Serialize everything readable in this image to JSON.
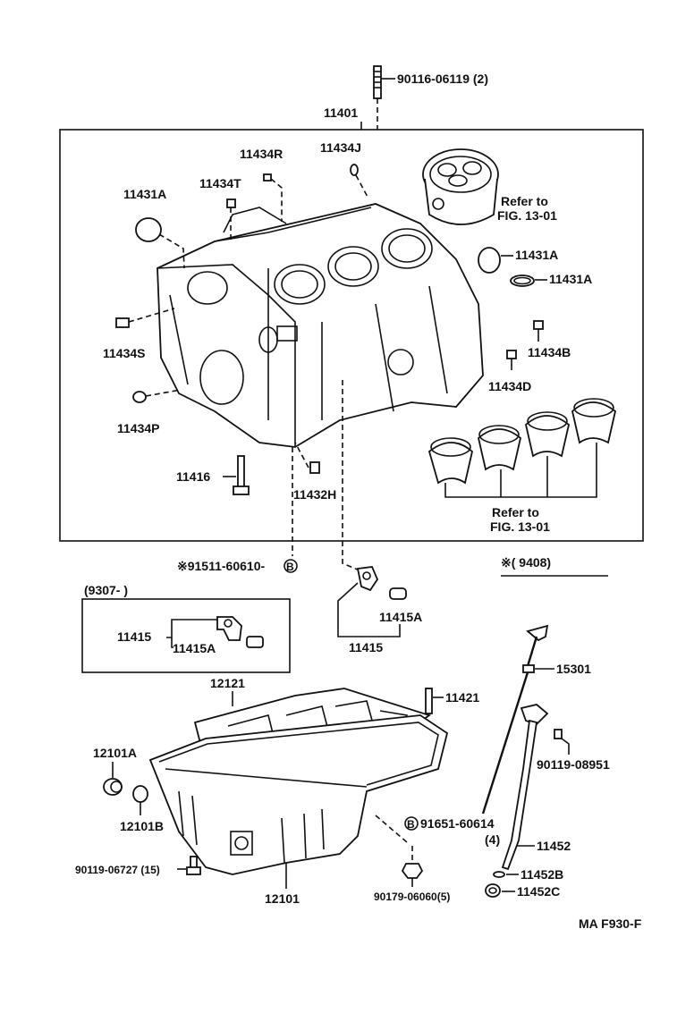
{
  "labels": {
    "stud_bolt": "90116-06119 (2)",
    "block_assy": "11401",
    "plug_r": "11434R",
    "plug_j": "11434J",
    "plug_t": "11434T",
    "plug_a_left": "11431A",
    "plug_s": "11434S",
    "plug_p": "11434P",
    "plug_a_right1": "11431A",
    "plug_a_right2": "11431A",
    "plug_b": "11434B",
    "plug_d": "11434D",
    "refer_top_1": "Refer to",
    "refer_top_2": "FIG. 13-01",
    "refer_bot_1": "Refer to",
    "refer_bot_2": "FIG. 13-01",
    "bolt_11416": "11416",
    "plug_h": "11432H",
    "drain_plug_note": "※91511-60610-",
    "drain_plug_circle": "B",
    "note_right": "※(       9408)",
    "inset_header": "(9307-          )",
    "inset_11415": "11415",
    "inset_11415a": "11415A",
    "union_11415a": "11415A",
    "union_11415": "11415",
    "baffle": "12121",
    "stud_11421": "11421",
    "dipstick": "15301",
    "gasket_12101a": "12101A",
    "gasket_12101b": "12101B",
    "bolt_90119_08951": "90119-08951",
    "plug_91651_a": "91651-60614",
    "plug_91651_b": "(4)",
    "guide_11452": "11452",
    "ring_11452b": "11452B",
    "oring_11452c": "11452C",
    "bolt_90119_06727": "90119-06727 (15)",
    "oil_pan": "12101",
    "nut_90179": "90179-06060(5)",
    "circle_b": "B",
    "fig_code": "MA  F930-F"
  }
}
